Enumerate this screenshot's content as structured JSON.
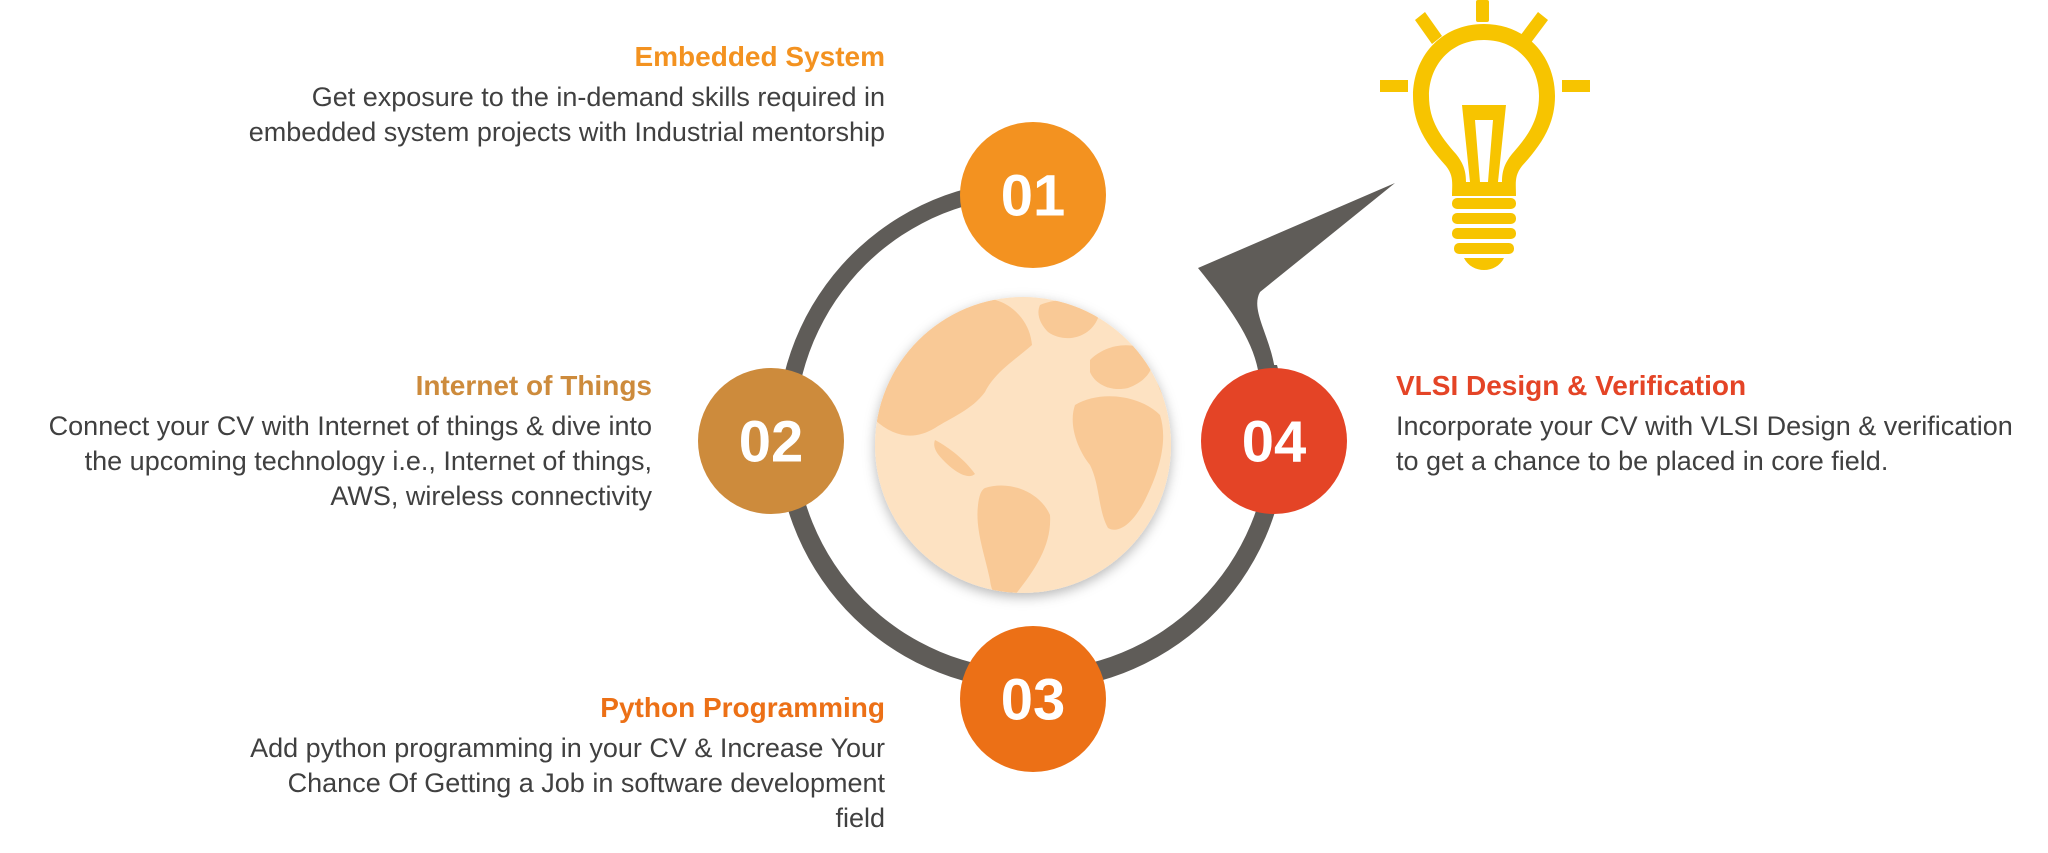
{
  "colors": {
    "ring": "#5f5c58",
    "embedded": "#f39220",
    "iot": "#cd8b3c",
    "python": "#ec7016",
    "vlsi": "#e44426",
    "globe": "#fde2c2",
    "land": "#f9c996",
    "bulb": "#f7c400"
  },
  "items": [
    {
      "number": "01",
      "title": "Embedded System",
      "description": "Get exposure to the in-demand skills required in embedded system projects with Industrial mentorship"
    },
    {
      "number": "02",
      "title": "Internet of Things",
      "description": "Connect your CV with Internet of things & dive into the upcoming technology i.e., Internet of things, AWS, wireless connectivity"
    },
    {
      "number": "03",
      "title": "Python Programming",
      "description": "Add python programming in your CV & Increase Your Chance Of Getting a Job in software development field"
    },
    {
      "number": "04",
      "title": "VLSI Design & Verification",
      "description": "Incorporate your CV with VLSI Design & verification to get a chance to be placed in core field."
    }
  ],
  "icons": {
    "center": "globe-icon",
    "idea": "lightbulb-icon"
  }
}
